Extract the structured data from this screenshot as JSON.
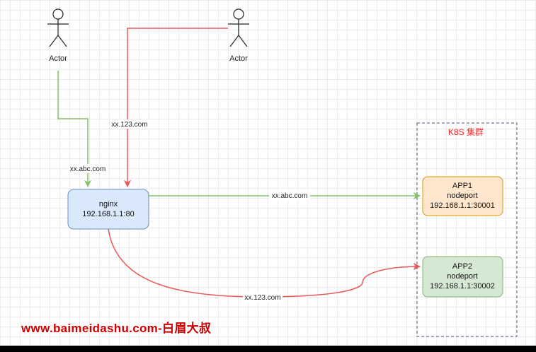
{
  "actors": [
    {
      "id": "actor-1",
      "label": "Actor"
    },
    {
      "id": "actor-2",
      "label": "Actor"
    }
  ],
  "nodes": {
    "nginx": {
      "lines": [
        "nginx",
        "192.168.1.1:80"
      ],
      "fill": "#dae8fc",
      "stroke": "#6c8ebf"
    },
    "app1": {
      "lines": [
        "APP1",
        "nodeport",
        "192.168.1.1:30001"
      ],
      "fill": "#ffe6cc",
      "stroke": "#d79b00"
    },
    "app2": {
      "lines": [
        "APP2",
        "nodeport",
        "192.168.1.1:30002"
      ],
      "fill": "#d5e8d4",
      "stroke": "#82b366"
    }
  },
  "group": {
    "label": "K8S 集群",
    "stroke": "#555577"
  },
  "edges": {
    "actor1_to_nginx": {
      "label": "xx.abc.com",
      "color": "#82c36a"
    },
    "actor2_to_nginx": {
      "label": "xx.123.com",
      "color": "#e85a5a"
    },
    "nginx_to_app1": {
      "label": "xx.abc.com",
      "color": "#82c36a"
    },
    "nginx_to_app2": {
      "label": "xx.123.com",
      "color": "#e85a5a"
    }
  },
  "watermark": {
    "text": "www.baimeidashu.com-白眉大叔",
    "color": "#cc0000"
  }
}
